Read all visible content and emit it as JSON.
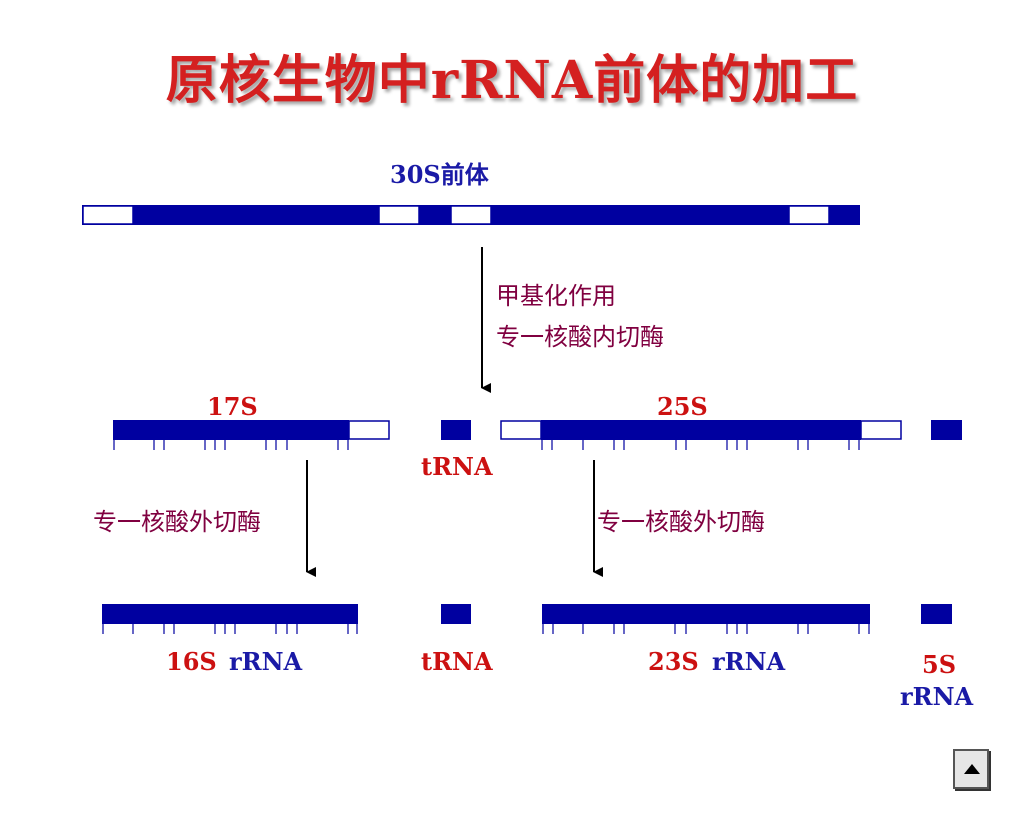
{
  "slide": {
    "title": "原核生物中rRNA前体的加工",
    "precursor_label": "30S前体",
    "step1": {
      "line1": "甲基化作用",
      "line2": "专一核酸内切酶"
    },
    "mid": {
      "label_17s": "17S",
      "label_25s": "25S",
      "label_trna": "tRNA"
    },
    "exo_left": "专一核酸外切酶",
    "exo_right": "专一核酸外切酶",
    "bottom": {
      "s16": "16S",
      "s16_rrna": "rRNA",
      "trna": "tRNA",
      "s23": "23S",
      "s23_rrna": "rRNA",
      "s5": "5S",
      "s5_rrna": "rRNA"
    }
  },
  "colors": {
    "bar": "#0000a0",
    "title": "#d42020",
    "blue_label": "#1a1aa6",
    "red_label": "#cc1111",
    "maroon_label": "#800040"
  },
  "nav": {
    "icon": "up-triangle-icon"
  }
}
